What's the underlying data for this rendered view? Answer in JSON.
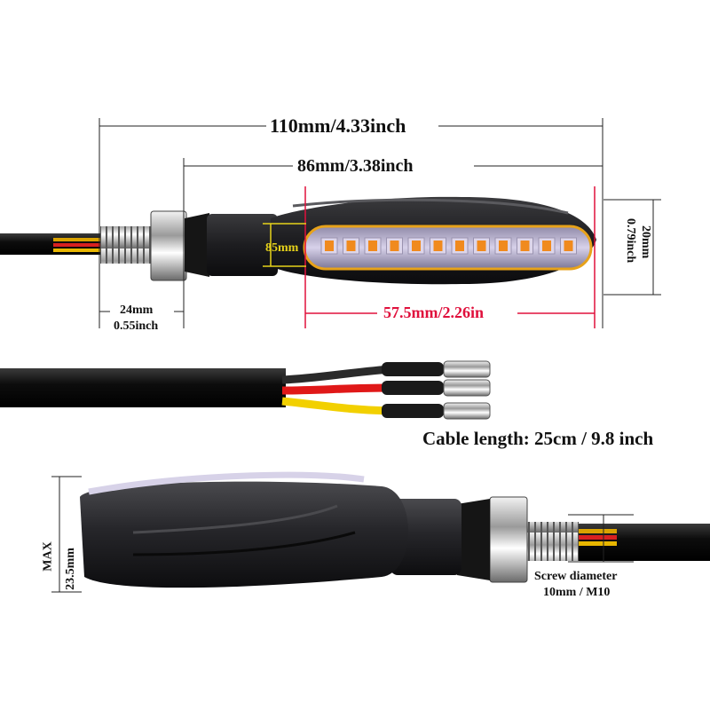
{
  "dimensions": {
    "total_length": "110mm/4.33inch",
    "body_length": "86mm/3.38inch",
    "thread_length_mm": "24mm",
    "thread_length_in": "0.55inch",
    "led_length": "57.5mm/2.26in",
    "led_height": "85mm",
    "width_mm": "20mm",
    "width_in": "0.79inch",
    "max_label": "MAX",
    "max_height": "23.5mm",
    "screw_label": "Screw diameter",
    "screw_value": "10mm / M10"
  },
  "cable": {
    "label": "Cable length: 25cm / 9.8 inch"
  },
  "colors": {
    "dimension_red": "#e0103c",
    "dimension_yellow": "#e6d21a",
    "amber_led": "#f08a1e",
    "housing": "#1a1a1c"
  },
  "icons": [
    "turn-signal-top-view",
    "wire-harness",
    "turn-signal-side-view"
  ]
}
